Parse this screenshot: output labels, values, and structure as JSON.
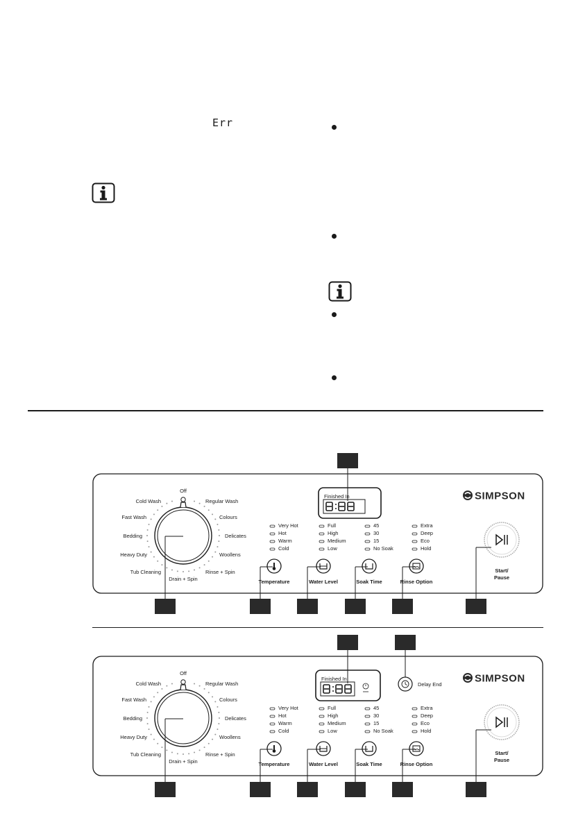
{
  "top": {
    "error_code": "Err"
  },
  "panel1": {
    "dial": {
      "off": "Off",
      "left": [
        "Cold Wash",
        "Fast Wash",
        "Bedding",
        "Heavy Duty",
        "Tub Cleaning"
      ],
      "right": [
        "Regular Wash",
        "Colours",
        "Delicates",
        "Woollens",
        "Rinse + Spin"
      ],
      "bottom": "Drain + Spin"
    },
    "display_label": "Finished In",
    "display_digits": "8:88",
    "brand": "SIMPSON",
    "temperature": {
      "options": [
        "Very Hot",
        "Hot",
        "Warm",
        "Cold"
      ],
      "label": "Temperature"
    },
    "water_level": {
      "options": [
        "Full",
        "High",
        "Medium",
        "Low"
      ],
      "label": "Water Level"
    },
    "soak_time": {
      "options": [
        "45",
        "30",
        "15",
        "No Soak"
      ],
      "label": "Soak Time"
    },
    "rinse_option": {
      "options": [
        "Extra",
        "Deep",
        "Eco",
        "Hold"
      ],
      "label": "Rinse Option"
    },
    "start_label_1": "Start/",
    "start_label_2": "Pause"
  },
  "panel2": {
    "dial": {
      "off": "Off",
      "left": [
        "Cold Wash",
        "Fast Wash",
        "Bedding",
        "Heavy Duty",
        "Tub Cleaning"
      ],
      "right": [
        "Regular Wash",
        "Colours",
        "Delicates",
        "Woollens",
        "Rinse + Spin"
      ],
      "bottom": "Drain + Spin"
    },
    "display_label": "Finished In",
    "display_digits": "8:88",
    "delay_end": "Delay End",
    "brand": "SIMPSON",
    "temperature": {
      "options": [
        "Very Hot",
        "Hot",
        "Warm",
        "Cold"
      ],
      "label": "Temperature"
    },
    "water_level": {
      "options": [
        "Full",
        "High",
        "Medium",
        "Low"
      ],
      "label": "Water Level"
    },
    "soak_time": {
      "options": [
        "45",
        "30",
        "15",
        "No Soak"
      ],
      "label": "Soak Time"
    },
    "rinse_option": {
      "options": [
        "Extra",
        "Deep",
        "Eco",
        "Hold"
      ],
      "label": "Rinse Option"
    },
    "start_label_1": "Start/",
    "start_label_2": "Pause"
  }
}
